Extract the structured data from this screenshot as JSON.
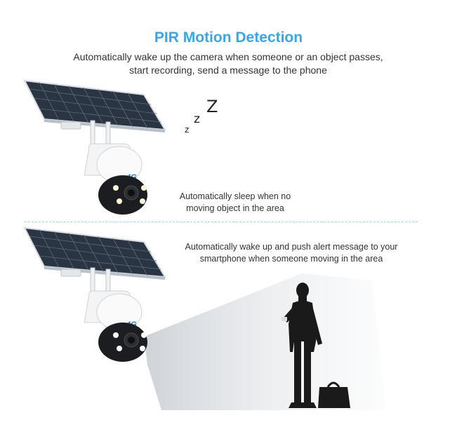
{
  "header": {
    "title": "PIR Motion Detection",
    "subtitle": "Automatically wake up the camera when someone or an object passes, start recording, send a message to the phone"
  },
  "sleep_indicator": {
    "small": "z",
    "medium": "z",
    "large": "Z"
  },
  "top_scene": {
    "caption": "Automatically sleep when no moving object in the area",
    "badge": "4G"
  },
  "bottom_scene": {
    "caption": "Automatically wake up and push alert message to your smartphone when someone moving in the area",
    "badge": "4G"
  },
  "colors": {
    "title_accent": "#3aa6e6",
    "divider": "#9fd3ec",
    "badge": "#1a7fd6"
  }
}
